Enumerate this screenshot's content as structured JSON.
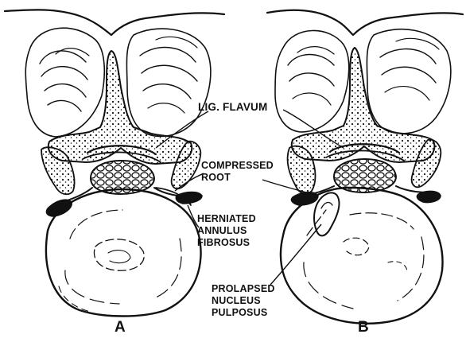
{
  "labels": {
    "lig_flavum": "LIG. FLAVUM",
    "compressed_root": [
      "COMPRESSED",
      "ROOT"
    ],
    "herniated_annulus": [
      "HERNIATED",
      "ANNULUS",
      "FIBROSUS"
    ],
    "prolapsed_nucleus": [
      "PROLAPSED",
      "NUCLEUS",
      "PULPOSUS"
    ]
  },
  "panels": [
    "A",
    "B"
  ],
  "colors": {
    "ink": "#111111",
    "paper": "#ffffff"
  }
}
